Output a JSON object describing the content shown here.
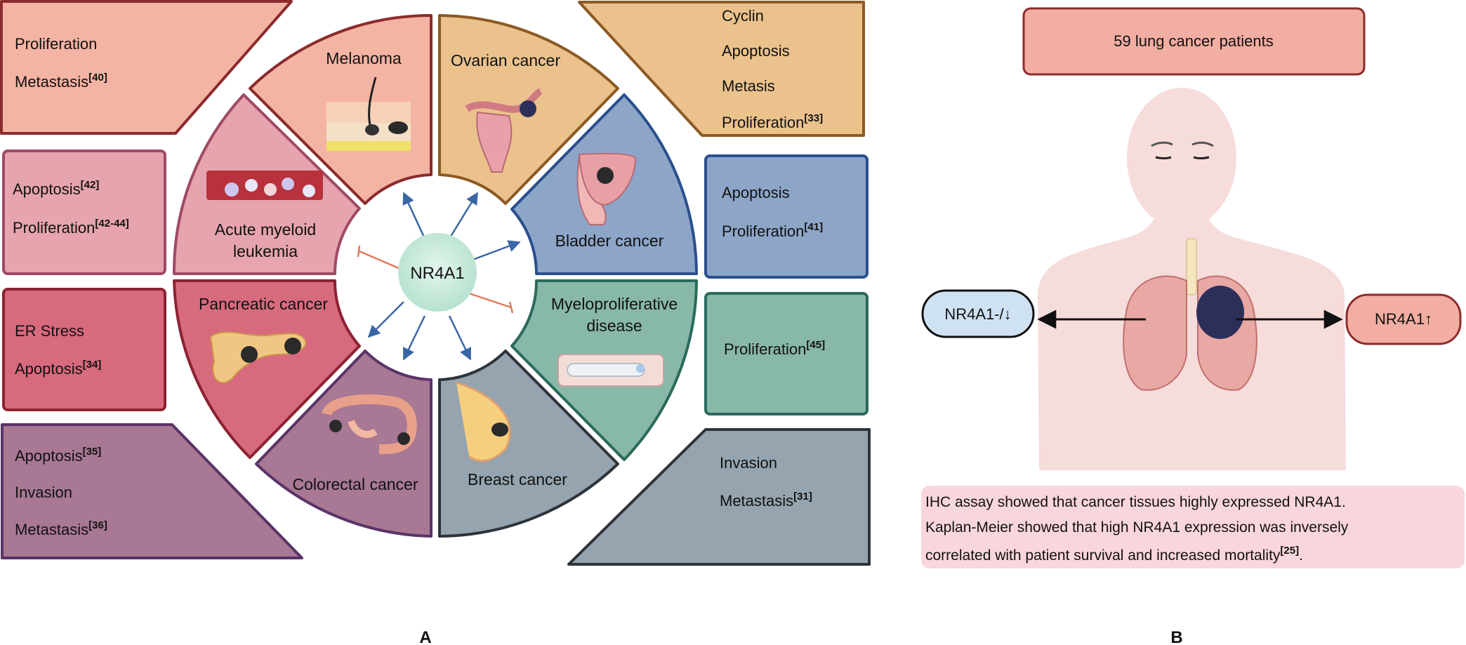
{
  "panel_a": {
    "label": "A",
    "center_label": "NR4A1",
    "segments": {
      "melanoma": "Melanoma",
      "ovarian": "Ovarian cancer",
      "aml_line1": "Acute myeloid",
      "aml_line2": "leukemia",
      "bladder": "Bladder cancer",
      "pancreatic": "Pancreatic cancer",
      "myelo_line1": "Myeloproliferative",
      "myelo_line2": "disease",
      "colorectal": "Colorectal cancer",
      "breast": "Breast cancer"
    },
    "boxes": {
      "melanoma": [
        {
          "text": "Proliferation",
          "ref": ""
        },
        {
          "text": "Metastasis",
          "ref": "[40]"
        }
      ],
      "aml": [
        {
          "text": "Apoptosis",
          "ref": "[42]"
        },
        {
          "text": "Proliferation",
          "ref": "[42-44]"
        }
      ],
      "pancreatic": [
        {
          "text": "ER Stress",
          "ref": ""
        },
        {
          "text": "Apoptosis",
          "ref": "[34]"
        }
      ],
      "colorectal": [
        {
          "text": "Apoptosis",
          "ref": "[35]"
        },
        {
          "text": "Invasion",
          "ref": ""
        },
        {
          "text": "Metastasis",
          "ref": "[36]"
        }
      ],
      "ovarian": [
        {
          "text": "Cyclin",
          "ref": ""
        },
        {
          "text": "Apoptosis",
          "ref": ""
        },
        {
          "text": "Metasis",
          "ref": ""
        },
        {
          "text": "Proliferation",
          "ref": "[33]"
        }
      ],
      "bladder": [
        {
          "text": "Apoptosis",
          "ref": ""
        },
        {
          "text": "Proliferation",
          "ref": "[41]"
        }
      ],
      "myelo": [
        {
          "text": "Proliferation",
          "ref": "[45]"
        }
      ],
      "breast": [
        {
          "text": "Invasion",
          "ref": ""
        },
        {
          "text": "Metastasis",
          "ref": "[31]"
        }
      ]
    }
  },
  "panel_b": {
    "label": "B",
    "title": "59 lung cancer patients",
    "left_label": "NR4A1-/↓",
    "right_label": "NR4A1↑",
    "caption_line1": "IHC assay showed that cancer tissues highly expressed NR4A1.",
    "caption_line2": "Kaplan-Meier showed that high NR4A1 expression was inversely",
    "caption_line3": "correlated with patient survival and increased mortality",
    "caption_ref": "[25]",
    "caption_end": "."
  },
  "colors": {
    "melanoma": "#f4b4a4",
    "ovarian": "#ebc28c",
    "aml": "#e6a4ae",
    "bladder": "#8da6c8",
    "pancreatic": "#d86a7e",
    "myelo": "#88b8a8",
    "colorectal": "#a87894",
    "breast": "#95a4ae",
    "hub": "#c9ebdd",
    "patients_box": "#f2aea2",
    "caption_bg": "#f9d6dc"
  }
}
